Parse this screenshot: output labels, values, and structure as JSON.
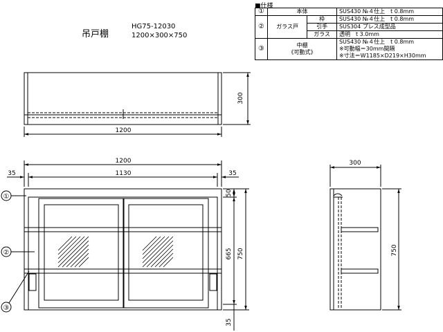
{
  "title": "吊戸棚",
  "model": "HG75-12030",
  "size": "1200×300×750",
  "spec": {
    "heading": "■仕様",
    "rows": [
      {
        "no": "①",
        "name": "本体",
        "sub": "",
        "value": "SUS430 №４仕上　t 0.8mm"
      },
      {
        "no": "②",
        "name": "ガラス戸",
        "sub": "枠",
        "value": "SUS430 №４仕上　t 0.8mm"
      },
      {
        "sub": "引手",
        "value": "SUS304 プレス成型品"
      },
      {
        "sub": "ガラス",
        "value": "透明　t 3.0mm"
      },
      {
        "no": "③",
        "name": "中棚\n《可動式》",
        "sub": "",
        "value": "SUS430 №４仕上　t 0.8mm\n※可動幅＝30mm間隔\n※寸法＝W1185×D219×H30mm"
      }
    ]
  },
  "dims": {
    "top_width": "1200",
    "top_depth": "300",
    "front_width": "1200",
    "inner_width": "1130",
    "side_left": "35",
    "side_right": "35",
    "top_frame": "50",
    "opening": "665",
    "height": "750",
    "bottom_frame": "35",
    "side_depth": "300",
    "side_height": "750"
  },
  "callouts": [
    "①",
    "②",
    "③"
  ]
}
